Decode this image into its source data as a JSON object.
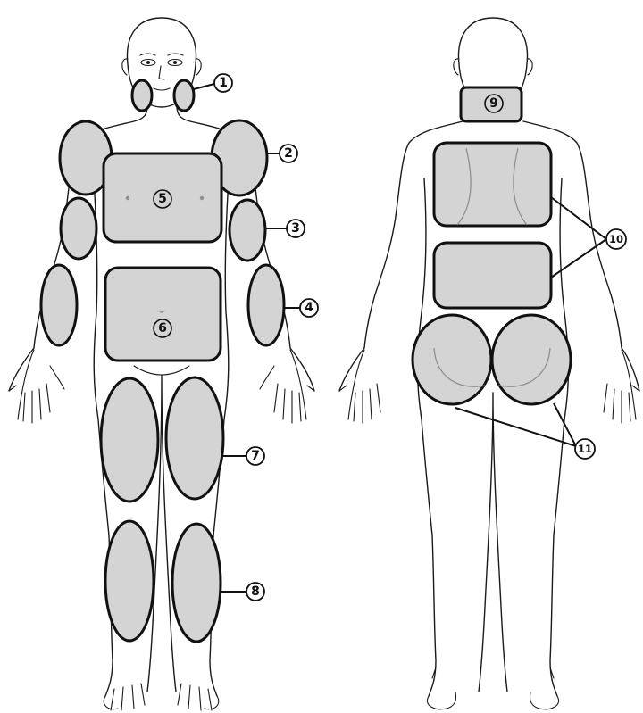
{
  "diagram": {
    "views": [
      {
        "name": "front"
      },
      {
        "name": "back"
      }
    ],
    "labels": {
      "l1": "1",
      "l2": "2",
      "l3": "3",
      "l4": "4",
      "l5": "5",
      "l6": "6",
      "l7": "7",
      "l8": "8",
      "l9": "9",
      "l10": "10",
      "l11": "11"
    }
  }
}
